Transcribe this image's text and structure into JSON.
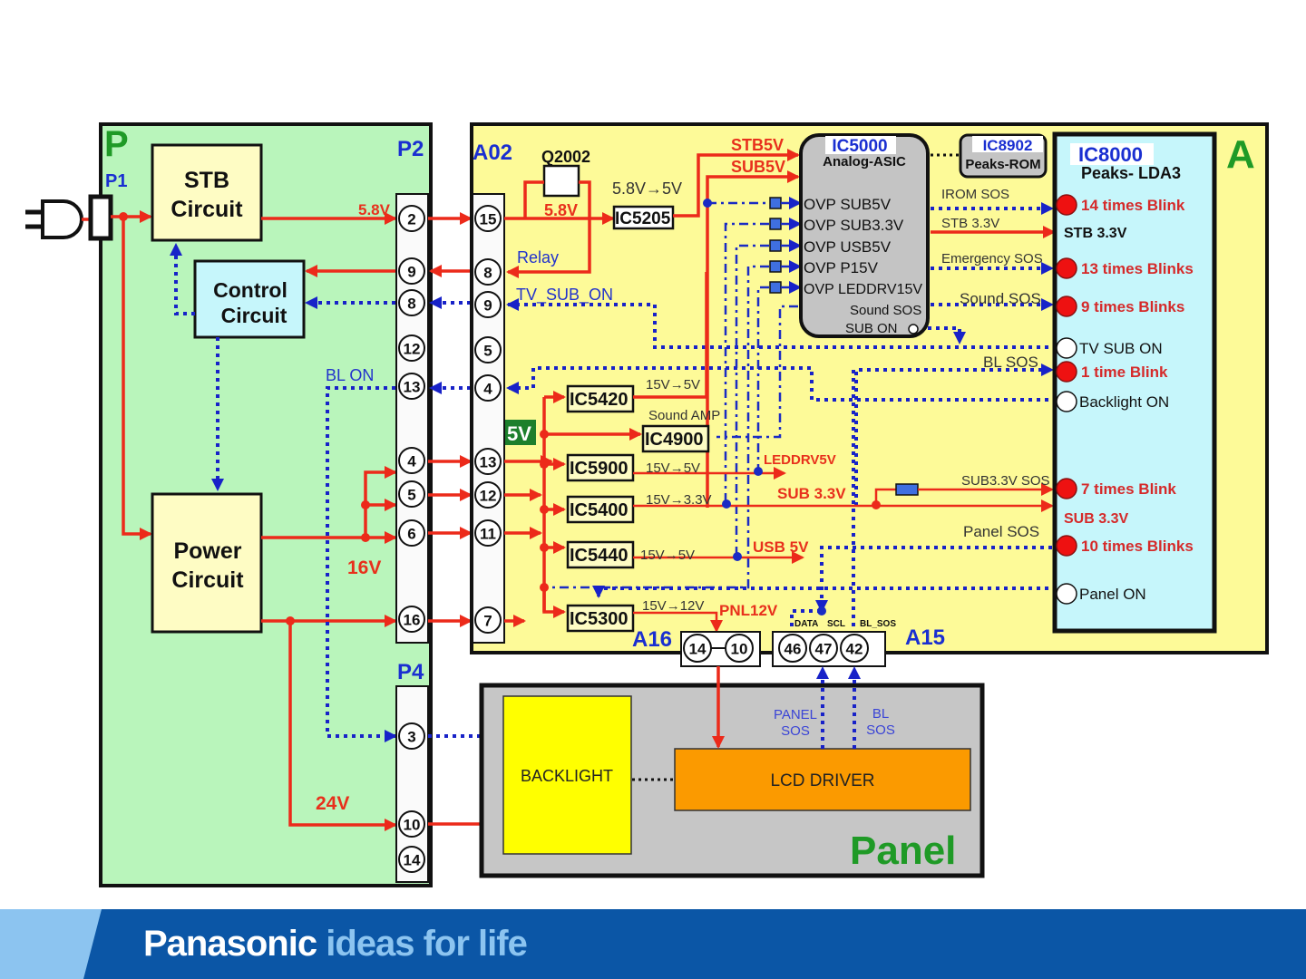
{
  "colors": {
    "power_line": "#ec2a1a",
    "signal_line": "#1822c8",
    "p_board_bg": "#b9f5bb",
    "a_board_bg": "#fdfa98",
    "ic8000_bg": "#c6f6fb",
    "panel_bg": "#c6c6c6",
    "backlight_bg": "#ffff00",
    "lcd_driver_bg": "#fb9a00",
    "led_error": "#ee1111",
    "footer_bg": "#0b56a6",
    "footer_accent": "#8cc4f0"
  },
  "boards": {
    "p": {
      "label": "P",
      "p1_label": "P1",
      "p2_label": "P2",
      "p4_label": "P4",
      "stb_circuit": [
        "STB",
        "Circuit"
      ],
      "control_circuit": [
        "Control",
        "Circuit"
      ],
      "power_circuit": [
        "Power",
        "Circuit"
      ],
      "v58_label": "5.8V",
      "v16_label": "16V",
      "v24_label": "24V",
      "bl_on_label": "BL ON",
      "p2_pins": [
        "2",
        "9",
        "8",
        "12",
        "13",
        "4",
        "5",
        "6",
        "16"
      ],
      "p4_pins": [
        "3",
        "10",
        "14"
      ]
    },
    "a": {
      "label": "A",
      "a02_label": "A02",
      "a02_pins": [
        "15",
        "8",
        "9",
        "5",
        "4",
        "13",
        "12",
        "11",
        "7"
      ],
      "q2002": "Q2002",
      "q_v58": "5.8V",
      "conv_58_5": "5.8V→5V",
      "ic5205": "IC5205",
      "relay": "Relay",
      "tv_sub_on": "TV_SUB_ON",
      "stb5v": "STB5V",
      "sub5v": "SUB5V",
      "five_v_tag": "5V",
      "ic5000": {
        "name": "IC5000",
        "desc": "Analog-ASIC",
        "ovp": [
          "OVP SUB5V",
          "OVP SUB3.3V",
          "OVP USB5V",
          "OVP P15V",
          "OVP LEDDRV15V"
        ],
        "sound_sos": "Sound SOS",
        "sub_on": "SUB ON"
      },
      "ic8902": {
        "name": "IC8902",
        "desc": "Peaks-ROM"
      },
      "signals": {
        "irom_sos": "IROM SOS",
        "stb33": "STB 3.3V",
        "emergency_sos": "Emergency SOS",
        "sound_sos": "Sound SOS",
        "bl_sos": "BL SOS",
        "sub33_sos": "SUB3.3V SOS",
        "panel_sos": "Panel SOS"
      },
      "ic5420": {
        "name": "IC5420",
        "conv": "15V→5V"
      },
      "sound_amp": "Sound AMP",
      "ic4900": {
        "name": "IC4900"
      },
      "ic5900": {
        "name": "IC5900",
        "conv": "15V→5V",
        "out": "LEDDRV5V"
      },
      "ic5400": {
        "name": "IC5400",
        "conv": "15V→3.3V",
        "out": "SUB 3.3V"
      },
      "ic5440": {
        "name": "IC5440",
        "conv": "15V→5V",
        "out": "USB 5V"
      },
      "ic5300": {
        "name": "IC5300",
        "conv": "15V→12V",
        "out": "PNL12V"
      },
      "a16_label": "A16",
      "a16_pins": [
        "14",
        "10"
      ],
      "a15_label": "A15",
      "a15_pins": [
        "46",
        "47",
        "42"
      ],
      "a15_signals": [
        "DATA",
        "SCL",
        "BL_SOS"
      ]
    },
    "ic8000": {
      "name": "IC8000",
      "desc": "Peaks- LDA3",
      "indicators": [
        {
          "label": "14 times Blink",
          "state": "error"
        },
        {
          "label": "STB 3.3V",
          "state": "label"
        },
        {
          "label": "13 times Blinks",
          "state": "error"
        },
        {
          "label": "9 times Blinks",
          "state": "error"
        },
        {
          "label": "TV SUB ON",
          "state": "ok"
        },
        {
          "label": "1 time Blink",
          "state": "error"
        },
        {
          "label": "Backlight ON",
          "state": "ok"
        },
        {
          "label": "7 times Blink",
          "state": "error"
        },
        {
          "label": "SUB 3.3V",
          "state": "label"
        },
        {
          "label": "10 times Blinks",
          "state": "error"
        },
        {
          "label": "Panel ON",
          "state": "ok"
        }
      ]
    },
    "panel": {
      "label": "Panel",
      "backlight": "BACKLIGHT",
      "lcd_driver": "LCD DRIVER",
      "panel_sos": [
        "PANEL",
        "SOS"
      ],
      "bl_sos": [
        "BL",
        "SOS"
      ]
    }
  },
  "footer": {
    "brand": "Panasonic",
    "tagline": "ideas for life"
  }
}
